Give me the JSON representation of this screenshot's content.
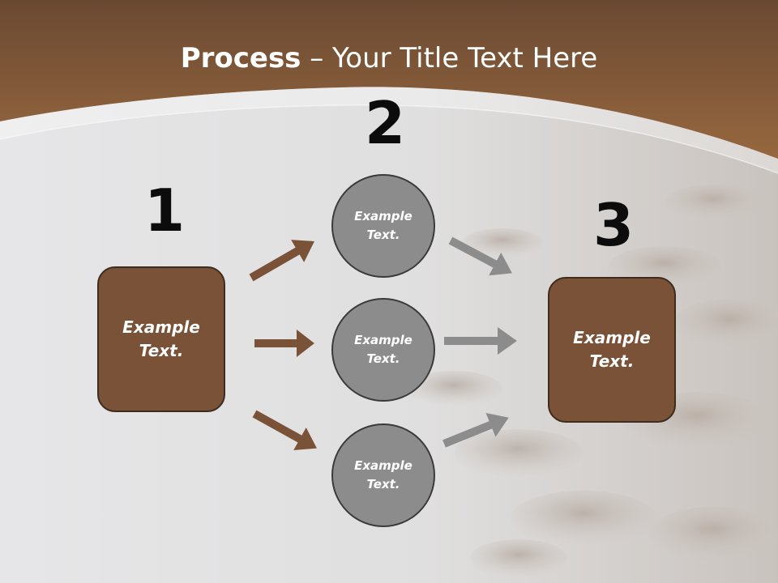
{
  "title": {
    "bold": "Process",
    "rest": " – Your Title Text Here"
  },
  "steps": [
    {
      "number": "1"
    },
    {
      "number": "2"
    },
    {
      "number": "3"
    }
  ],
  "left_box": {
    "line1": "Example",
    "line2": "Text."
  },
  "circles": [
    {
      "line1": "Example",
      "line2": "Text."
    },
    {
      "line1": "Example",
      "line2": "Text."
    },
    {
      "line1": "Example",
      "line2": "Text."
    }
  ],
  "right_box": {
    "line1": "Example",
    "line2": "Text."
  },
  "colors": {
    "header_top": "#6b4a33",
    "header_bottom": "#93653f",
    "box_fill": "#7a5237",
    "circle_fill": "#8c8c8c",
    "arrow_brown": "#7a5237",
    "arrow_gray": "#8c8c8c",
    "mist": "#e4e4e6"
  }
}
